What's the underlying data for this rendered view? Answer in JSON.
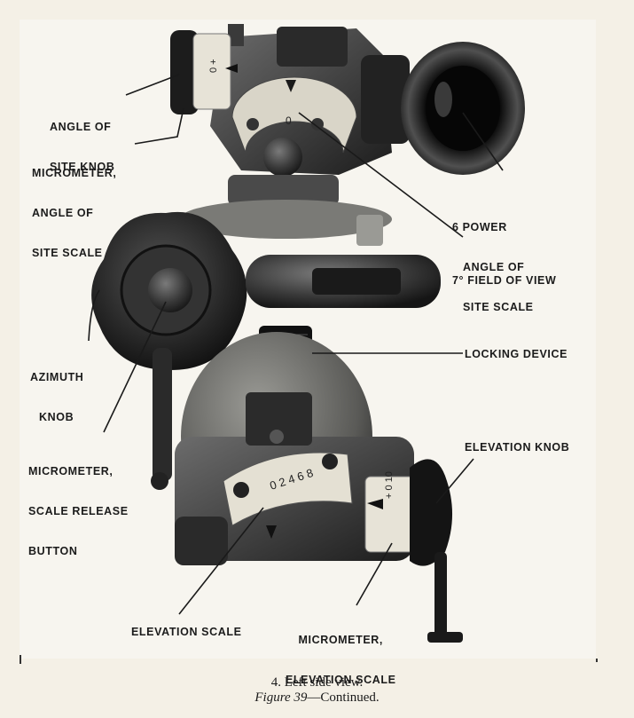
{
  "labels": {
    "angle_of_site_knob": [
      "ANGLE OF",
      "SITE KNOB"
    ],
    "micrometer_angle_of_site_scale": [
      "MICROMETER,",
      "ANGLE OF",
      "SITE SCALE"
    ],
    "six_power": [
      "6 POWER",
      "7° FIELD OF VIEW"
    ],
    "angle_of_site_scale": [
      "ANGLE OF",
      "SITE SCALE"
    ],
    "azimuth_knob": [
      "AZIMUTH",
      "KNOB"
    ],
    "locking_device": "LOCKING DEVICE",
    "micrometer_scale_release_button": [
      "MICROMETER,",
      "SCALE RELEASE",
      "BUTTON"
    ],
    "elevation_knob": "ELEVATION KNOB",
    "elevation_scale": "ELEVATION SCALE",
    "micrometer_elevation_scale": [
      "MICROMETER,",
      "ELEVATION SCALE"
    ]
  },
  "scale_marks": {
    "angle_knob_digits": "0 +",
    "angle_scale_digits": "0",
    "elevation_scale_digits": "0 2 4 6 8",
    "elevation_micrometer_digits": "+ 0 10"
  },
  "caption": {
    "line1": "4.  Left side view.",
    "figure": "Figure 39",
    "suffix": "—Continued."
  }
}
